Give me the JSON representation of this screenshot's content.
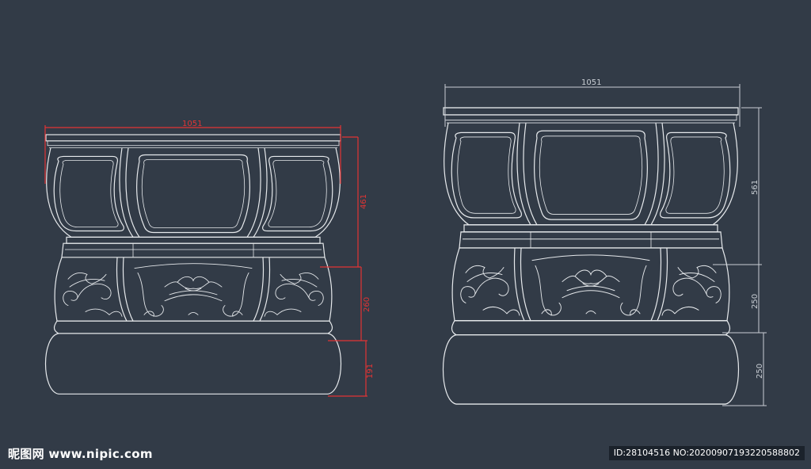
{
  "colors": {
    "background": "#323b47",
    "outline": "#e6e9ec",
    "dimension_left": "#e23434",
    "dimension_right": "#c9ced4"
  },
  "left_view": {
    "dimensions": {
      "width": "1051",
      "body_height": "461",
      "carving_height": "260",
      "base_height": "191"
    }
  },
  "right_view": {
    "dimensions": {
      "width": "1051",
      "body_height": "561",
      "carving_height": "250",
      "base_height": "250"
    }
  },
  "watermark": {
    "site": "昵图网 www.nipic.com",
    "id_text": "ID:28104516 NO:20200907193220588802"
  }
}
